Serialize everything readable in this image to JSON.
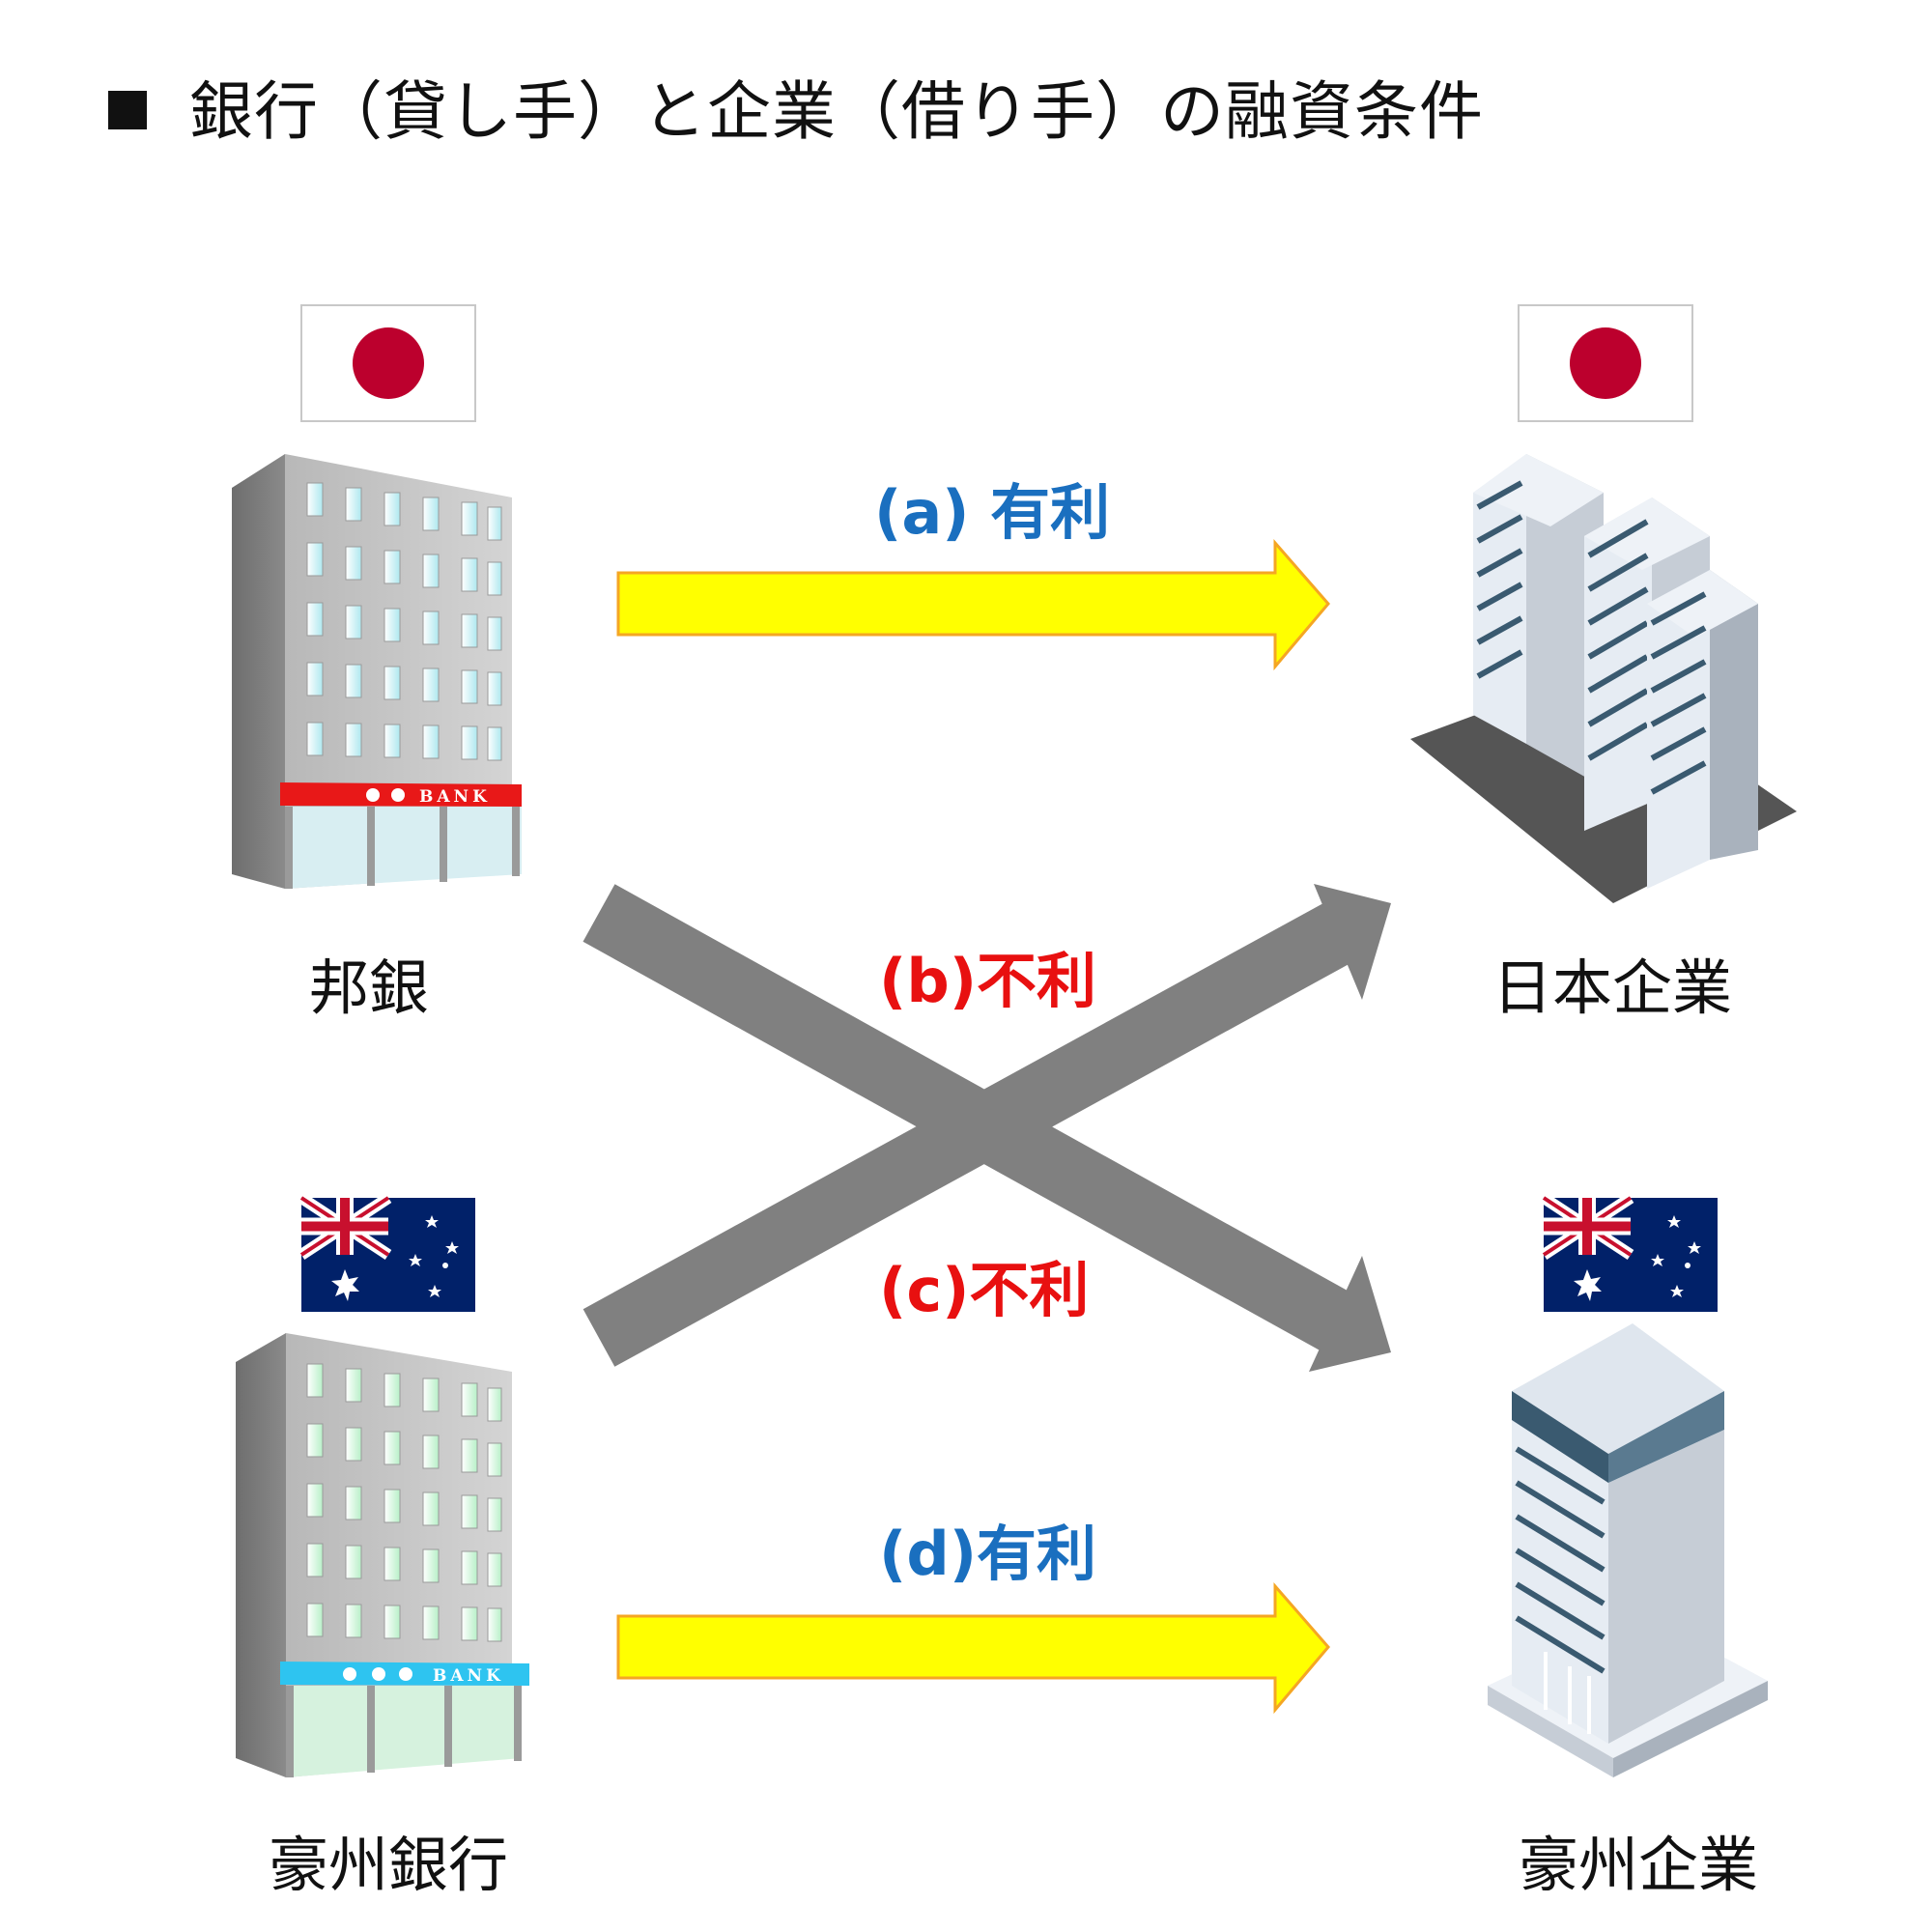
{
  "title": "銀行（貸し手）と企業（借り手）の融資条件",
  "lenders": [
    {
      "name": "邦銀",
      "flag": "japan-flag",
      "sign_text": "BANK"
    },
    {
      "name": "豪州銀行",
      "flag": "australia-flag",
      "sign_text": "BANK"
    }
  ],
  "borrowers": [
    {
      "name": "日本企業",
      "flag": "japan-flag"
    },
    {
      "name": "豪州企業",
      "flag": "australia-flag"
    }
  ],
  "links": [
    {
      "label": "(a) 有利",
      "from": "邦銀",
      "to": "日本企業"
    },
    {
      "label": "(b)不利",
      "from": "豪州銀行",
      "to": "日本企業"
    },
    {
      "label": "(c)不利",
      "from": "邦銀",
      "to": "豪州企業"
    },
    {
      "label": "(d)有利",
      "from": "豪州銀行",
      "to": "豪州企業"
    }
  ],
  "colors": {
    "favorable": "#1a6fbf",
    "unfavorable": "#e81010",
    "domestic_arrow": "#ffff00",
    "domestic_arrow_border": "#f5a623",
    "cross_arrow": "#808080",
    "japan_red": "#bc002d",
    "australia_blue": "#012169",
    "bank_sign_jp": "#e81818",
    "bank_sign_au": "#2ec4f0"
  }
}
